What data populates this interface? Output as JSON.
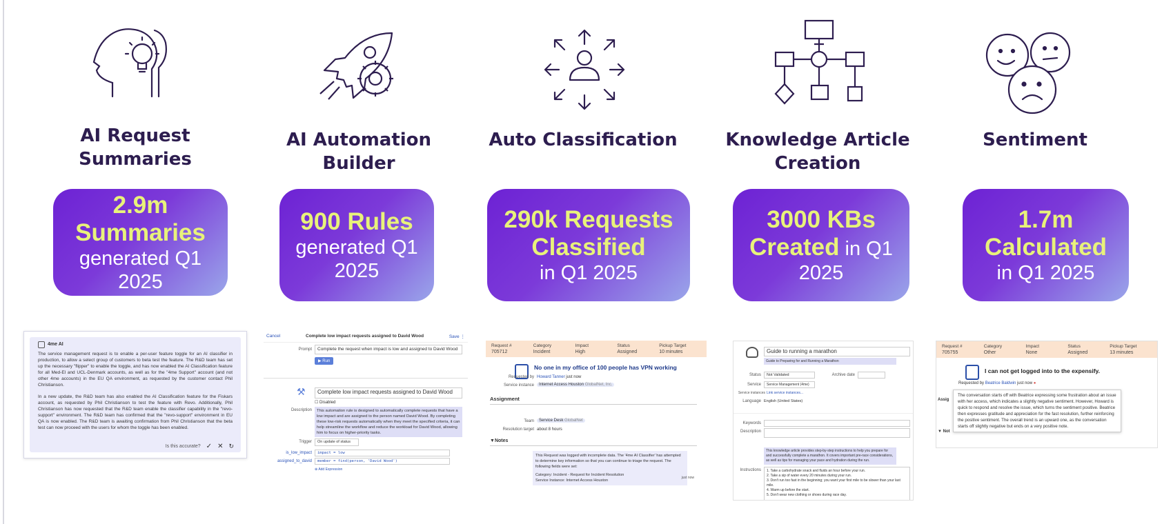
{
  "features": [
    {
      "title": [
        "AI Request",
        "Summaries"
      ],
      "card": {
        "hl": [
          "2.9m",
          "Summaries"
        ],
        "rest": [
          "generated Q1",
          "2025"
        ]
      },
      "icon": "head-lightbulb-icon"
    },
    {
      "title": [
        "AI Automation",
        "Builder"
      ],
      "card": {
        "hl": [
          "900 Rules"
        ],
        "rest": [
          "generated Q1",
          "2025"
        ]
      },
      "icon": "rocket-gear-icon"
    },
    {
      "title": [
        "Auto Classification"
      ],
      "card": {
        "hl": [
          "290k Requests",
          "Classified"
        ],
        "rest": [
          "in Q1 2025"
        ]
      },
      "icon": "person-arrows-icon"
    },
    {
      "title": [
        "Knowledge Article",
        "Creation"
      ],
      "card": {
        "hl1": "3000 KBs",
        "hl2": "Created",
        "inline": " in Q1",
        "rest": [
          "2025"
        ]
      },
      "icon": "flowchart-icon"
    },
    {
      "title": [
        "Sentiment"
      ],
      "card": {
        "hl": [
          "1.7m",
          "Calculated"
        ],
        "rest": [
          "in Q1 2025"
        ]
      },
      "icon": "emoji-faces-icon"
    }
  ],
  "shot1": {
    "header": "4me AI",
    "p1": "The service management request is to enable a per-user feature toggle for an AI classifier in production, to allow a select group of customers to beta test the feature. The R&D team has set up the necessary \"flipper\" to enable the toggle, and has now enabled the AI Classification feature for all Med-El and UCL-Denmark accounts, as well as for the \"4me Support\" account (and not other 4me accounts) in the EU QA environment, as requested by the customer contact Phil Christianson.",
    "p2": "In a new update, the R&D team has also enabled the AI Classification feature for the Fiskars account, as requested by Phil Christianson to test the feature with Revo. Additionally, Phil Christianson has now requested that the R&D team enable the classifier capability in the \"revo-support\" environment. The R&D team has confirmed that the \"revo-support\" environment in EU QA is now enabled. The R&D team is awaiting confirmation from Phil Christianson that the beta test can now proceed with the users for whom the toggle has been enabled.",
    "question": "Is this accurate?"
  },
  "shot2": {
    "cancel": "Cancel",
    "title": "Complete low impact requests assigned to David Wood",
    "save": "Save",
    "prompt_label": "Prompt",
    "prompt": "Complete the request when impact is low and assigned to David Wood",
    "run": "Run",
    "rule_name": "Complete low impact requests assigned to David Wood",
    "disabled": "Disabled",
    "desc_label": "Description",
    "desc": "This automation rule is designed to automatically complete requests that have a low impact and are assigned to the person named David Wood. By completing these low-risk requests automatically when they meet the specified criteria, it can help streamline the workflow and reduce the workload for David Wood, allowing him to focus on higher-priority tasks.",
    "trigger_label": "Trigger",
    "trigger": "On update of status",
    "expr1_label": "is_low_impact",
    "expr1": "impact = low",
    "expr2_label": "assigned_to_david",
    "expr2": "member = find(person, 'David Wood')",
    "add_expr": "Add Expression"
  },
  "shot3": {
    "headers": [
      "Request #",
      "Category",
      "Impact",
      "Status",
      "Pickup Target"
    ],
    "values": [
      "705712",
      "Incident",
      "High",
      "Assigned",
      "10 minutes"
    ],
    "subject": "No one in my office of 100 people has VPN working",
    "requested_by_label": "Requested by",
    "requested_by": "Howard Tanner",
    "requested_when": "just now",
    "service_instance_label": "Service instance",
    "service_instance": "Internet Access Houston",
    "service_org": "GlobalNet, Inc.",
    "assignment": "Assignment",
    "team_label": "Team",
    "team": "Service Desk",
    "team_org": "GlobalNet",
    "resolution_label": "Resolution target",
    "resolution": "about 8 hours",
    "notes": "Notes",
    "note": "This Request was logged with incomplete data. The '4me AI Classifier' has attempted to determine key information so that you can continue to triage the request. The following fields were set:",
    "note2": "Category: Incident - Request for Incident Resolution",
    "note3": "Service Instance: Internet Access Houston",
    "time": "just now"
  },
  "shot4": {
    "title": "Guide to running a marathon",
    "subtitle": "Guide to Preparing for and Running a Marathon",
    "status_label": "Status",
    "status": "Not Validated",
    "archive_label": "Archive date",
    "service_label": "Service",
    "service": "Service Management (4me)",
    "si_label": "Service instances",
    "si_link": "Link service instances...",
    "lang_label": "Language",
    "lang": "English (United States)",
    "keywords_label": "Keywords",
    "desc_label": "Description",
    "desc": "This knowledge article provides step-by-step instructions to help you prepare for and successfully complete a marathon. It covers important pre-race considerations, as well as tips for managing your pace and hydration during the run.",
    "instr_label": "Instructions",
    "steps": [
      "1. Take a carbohydrate snack and fluids an hour before your run.",
      "2. Take a sip of water every 20 minutes during your run.",
      "3. Don't run too fast in the beginning; you want your first mile to be slower than your last mile.",
      "4. Warm up before the start.",
      "5. Don't wear new clothing or shoes during race day."
    ]
  },
  "shot5": {
    "headers": [
      "Request #",
      "Category",
      "Impact",
      "Status",
      "Pickup Target"
    ],
    "values": [
      "705755",
      "Other",
      "None",
      "Assigned",
      "13 minutes"
    ],
    "subject": "I can not get logged into to the expensify.",
    "requested_by_label": "Requested by",
    "requested_by": "Beatrice Baldwin",
    "requested_when": "just now",
    "tooltip": "The conversation starts off with Beatrice expressing some frustration about an issue with her access, which indicates a slightly negative sentiment. However, Howard is quick to respond and resolve the issue, which turns the sentiment positive. Beatrice then expresses gratitude and appreciation for the fast resolution, further reinforcing the positive sentiment. The overall trend is an upward one, as the conversation starts off slightly negative but ends on a very positive note.",
    "assign_partial": "Assig",
    "notes_partial": "Not"
  },
  "colors": {
    "title": "#2d1d4f",
    "highlight": "#e8f27a",
    "card_start": "#6d22d4",
    "card_end": "#9aa6ea",
    "icon": "#2d1d4f"
  }
}
